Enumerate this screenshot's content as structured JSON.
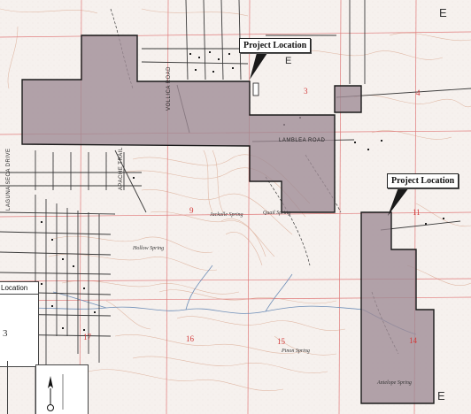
{
  "labels": {
    "project_location_north": "Project Location",
    "project_location_south": "Project Location",
    "vertical_road": "VOLLICA ROAD",
    "horizontal_road": "LAMBLEA ROAD",
    "left_edge_road": "LAGUNA SECA DRIVE",
    "trail_road": "APACHE TRAIL"
  },
  "sections": [
    "3",
    "4",
    "9",
    "11",
    "16",
    "15",
    "17",
    "14"
  ],
  "springs": [
    "Hollow Spring",
    "Jackalle Spring",
    "Quail Spring",
    "Pinon Spring",
    "Antelope Spring"
  ],
  "inset": {
    "title": "Location",
    "mark": "3"
  },
  "colors": {
    "project_fill": "#9e8a95",
    "project_outline": "#1a1a1a",
    "section_lines": "#e07a7a",
    "section_numbers": "#d23a3a",
    "contours": "#d9a78f",
    "drainage": "#6f8fb8"
  }
}
